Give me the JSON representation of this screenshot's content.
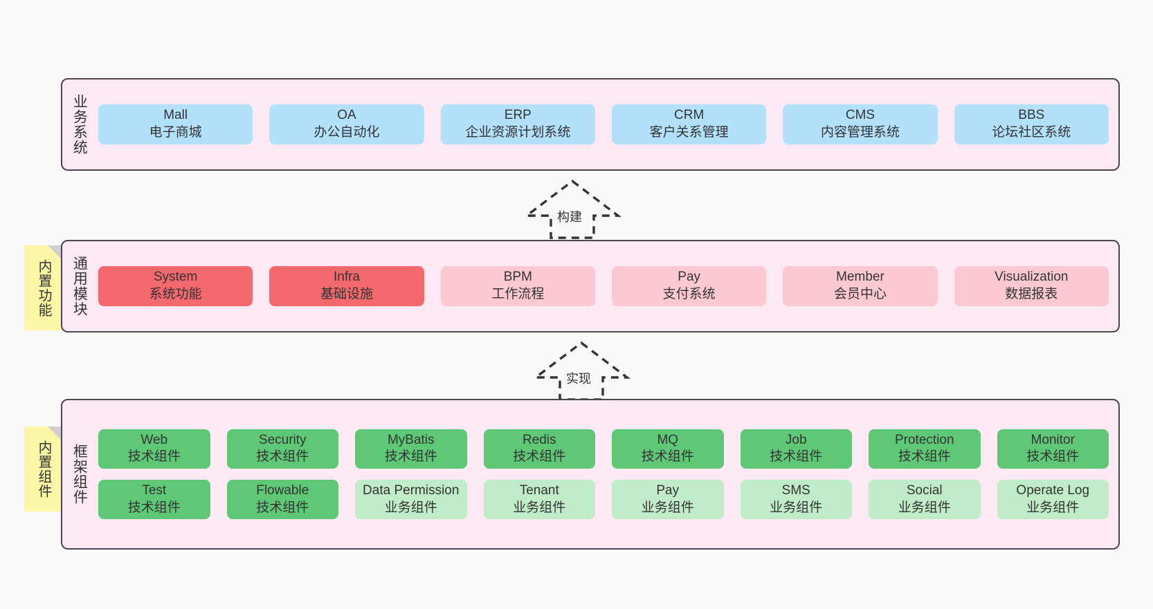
{
  "diagram": {
    "layers": [
      {
        "title": "业务系统",
        "note": null,
        "rows": [
          {
            "tiles": [
              {
                "en": "Mall",
                "cn": "电子商城",
                "color": "blue"
              },
              {
                "en": "OA",
                "cn": "办公自动化",
                "color": "blue"
              },
              {
                "en": "ERP",
                "cn": "企业资源计划系统",
                "color": "blue"
              },
              {
                "en": "CRM",
                "cn": "客户关系管理",
                "color": "blue"
              },
              {
                "en": "CMS",
                "cn": "内容管理系统",
                "color": "blue"
              },
              {
                "en": "BBS",
                "cn": "论坛社区系统",
                "color": "blue"
              }
            ]
          }
        ]
      },
      {
        "title": "通用模块",
        "note": "内置功能",
        "rows": [
          {
            "tiles": [
              {
                "en": "System",
                "cn": "系统功能",
                "color": "red"
              },
              {
                "en": "Infra",
                "cn": "基础设施",
                "color": "red"
              },
              {
                "en": "BPM",
                "cn": "工作流程",
                "color": "pink"
              },
              {
                "en": "Pay",
                "cn": "支付系统",
                "color": "pink"
              },
              {
                "en": "Member",
                "cn": "会员中心",
                "color": "pink"
              },
              {
                "en": "Visualization",
                "cn": "数据报表",
                "color": "pink"
              }
            ]
          }
        ]
      },
      {
        "title": "框架组件",
        "note": "内置组件",
        "rows": [
          {
            "tiles": [
              {
                "en": "Web",
                "cn": "技术组件",
                "color": "green"
              },
              {
                "en": "Security",
                "cn": "技术组件",
                "color": "green"
              },
              {
                "en": "MyBatis",
                "cn": "技术组件",
                "color": "green"
              },
              {
                "en": "Redis",
                "cn": "技术组件",
                "color": "green"
              },
              {
                "en": "MQ",
                "cn": "技术组件",
                "color": "green"
              },
              {
                "en": "Job",
                "cn": "技术组件",
                "color": "green"
              },
              {
                "en": "Protection",
                "cn": "技术组件",
                "color": "green"
              },
              {
                "en": "Monitor",
                "cn": "技术组件",
                "color": "green"
              }
            ]
          },
          {
            "tiles": [
              {
                "en": "Test",
                "cn": "技术组件",
                "color": "green"
              },
              {
                "en": "Flowable",
                "cn": "技术组件",
                "color": "green"
              },
              {
                "en": "Data Permission",
                "cn": "业务组件",
                "color": "greenlight"
              },
              {
                "en": "Tenant",
                "cn": "业务组件",
                "color": "greenlight"
              },
              {
                "en": "Pay",
                "cn": "业务组件",
                "color": "greenlight"
              },
              {
                "en": "SMS",
                "cn": "业务组件",
                "color": "greenlight"
              },
              {
                "en": "Social",
                "cn": "业务组件",
                "color": "greenlight"
              },
              {
                "en": "Operate Log",
                "cn": "业务组件",
                "color": "greenlight"
              }
            ]
          }
        ]
      }
    ],
    "connectors": [
      {
        "label": "构建"
      },
      {
        "label": "实现"
      }
    ],
    "colors": {
      "background": "#f9f9f9",
      "layer_fill": "#fbeaf4",
      "layer_border": "#4a4453",
      "note_fill": "#fbf7a6",
      "note_fold": "#cfcfcf",
      "blue": "#b3e0fb",
      "red": "#f4696e",
      "pink": "#fcc9d2",
      "green": "#5fc877",
      "greenlight": "#c0ecc9",
      "text": "#333333",
      "connector_stroke": "#333333"
    }
  }
}
